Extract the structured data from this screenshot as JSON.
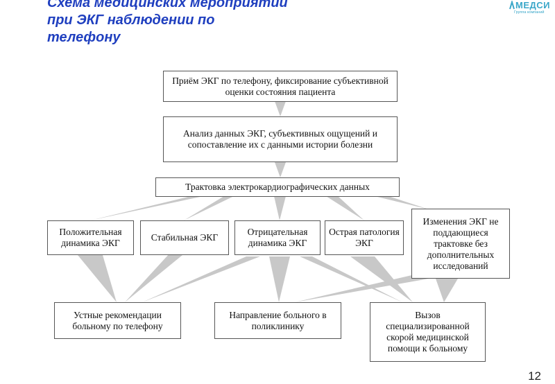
{
  "title": {
    "line1": "Схема медицинских мероприятий",
    "line2": "при ЭКГ наблюдении по",
    "line3": "телефону"
  },
  "logo": {
    "name": "МЕДСИ",
    "tagline": "Группа компаний"
  },
  "diagram": {
    "step1": "Приём ЭКГ по телефону, фиксирование субъективной оценки состояния пациента",
    "step2": "Анализ данных ЭКГ, субъективных ощущений и сопоставление их с данными истории болезни",
    "step3": "Трактовка электрокардиографических данных",
    "outcomes": [
      "Положительная динамика ЭКГ",
      "Стабильная ЭКГ",
      "Отрицательная динамика ЭКГ",
      "Острая патология ЭКГ",
      "Изменения ЭКГ не поддающиеся трактовке без дополнительных исследований"
    ],
    "actions": [
      "Устные рекомендации больному по телефону",
      "Направление больного в поликлинику",
      "Вызов специализированной скорой медицинской помощи к больному"
    ]
  },
  "colors": {
    "title": "#1f3fbf",
    "connector": "#c8c8c8",
    "border": "#555555"
  },
  "page_number": "12"
}
